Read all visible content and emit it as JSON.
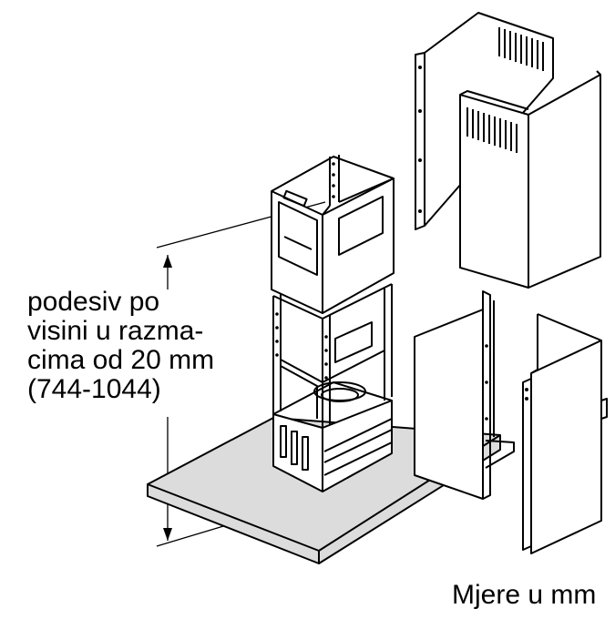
{
  "diagram": {
    "height_note": {
      "line1": "podesiv po",
      "line2": "visini u razma-",
      "line3": "cima od 20 mm",
      "line4": "(744-1044)"
    },
    "units_note": "Mjere u mm"
  },
  "colors": {
    "line": "#000000",
    "panel": "#dcdcdc",
    "background": "#ffffff"
  }
}
